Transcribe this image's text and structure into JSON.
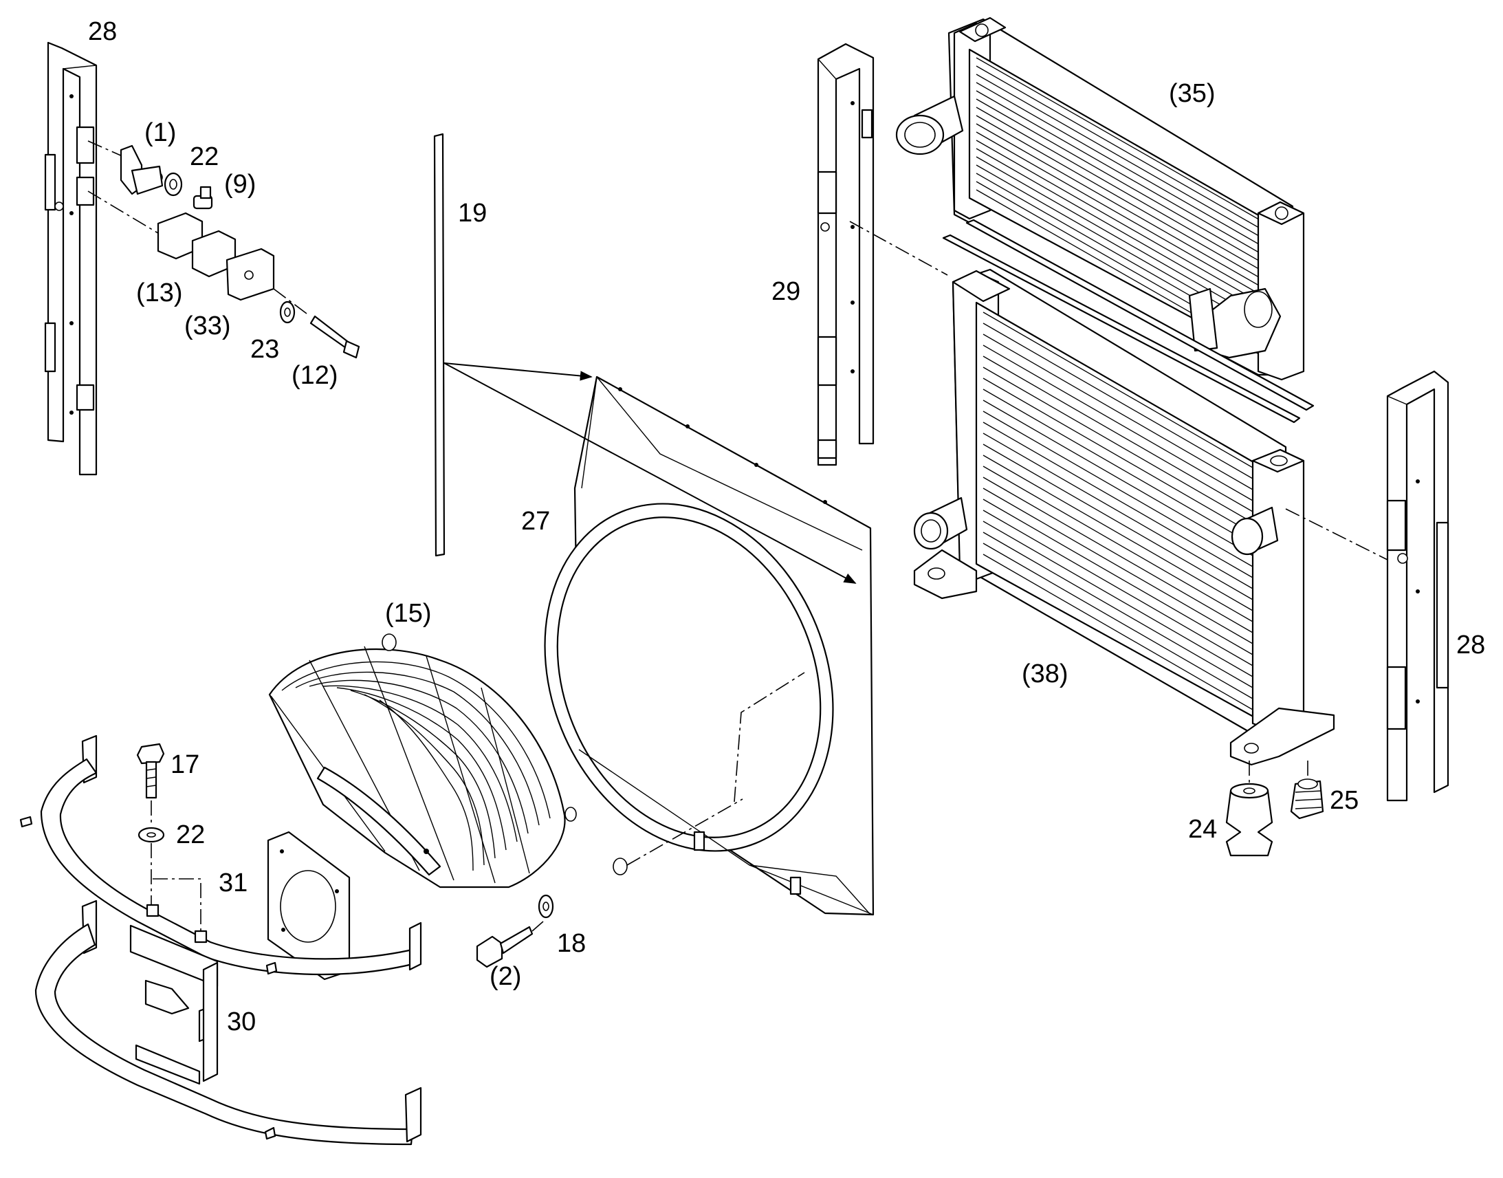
{
  "callouts": [
    {
      "id": "28-left",
      "text": "28"
    },
    {
      "id": "1",
      "text": "(1)"
    },
    {
      "id": "22-top",
      "text": "22"
    },
    {
      "id": "9",
      "text": "(9)"
    },
    {
      "id": "13",
      "text": "(13)"
    },
    {
      "id": "33",
      "text": "(33)"
    },
    {
      "id": "23",
      "text": "23"
    },
    {
      "id": "12",
      "text": "(12)"
    },
    {
      "id": "19",
      "text": "19"
    },
    {
      "id": "29",
      "text": "29"
    },
    {
      "id": "35",
      "text": "(35)"
    },
    {
      "id": "27",
      "text": "27"
    },
    {
      "id": "15",
      "text": "(15)"
    },
    {
      "id": "38",
      "text": "(38)"
    },
    {
      "id": "28-right",
      "text": "28"
    },
    {
      "id": "17",
      "text": "17"
    },
    {
      "id": "22-bottom",
      "text": "22"
    },
    {
      "id": "31",
      "text": "31"
    },
    {
      "id": "18",
      "text": "18"
    },
    {
      "id": "2",
      "text": "(2)"
    },
    {
      "id": "30",
      "text": "30"
    },
    {
      "id": "24",
      "text": "24"
    },
    {
      "id": "25",
      "text": "25"
    }
  ],
  "palette": {
    "ink": "#000000",
    "paper": "#ffffff"
  }
}
